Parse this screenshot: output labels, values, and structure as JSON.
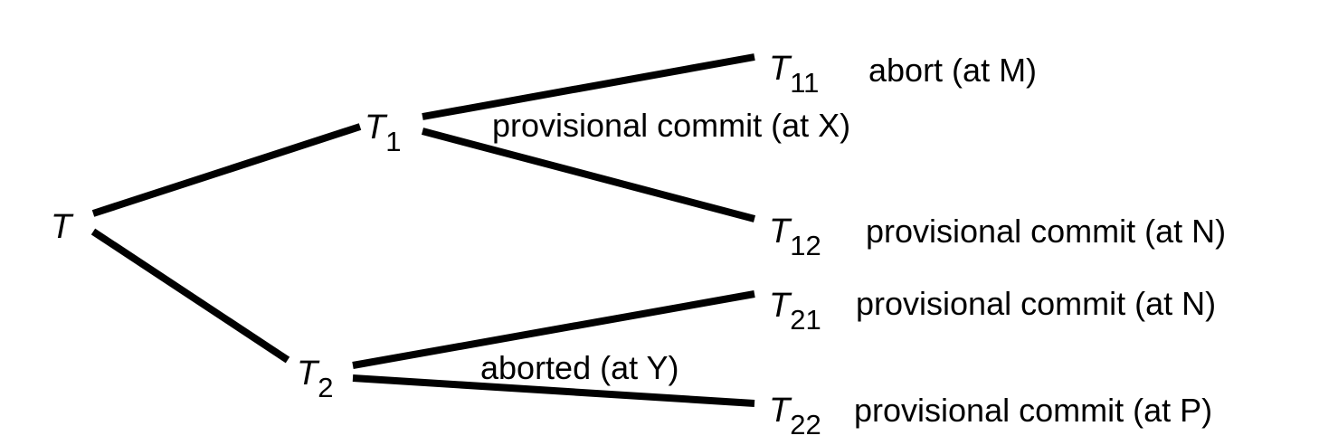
{
  "nodes": {
    "root": {
      "letter": "T"
    },
    "t1": {
      "letter": "T",
      "subscript": "1"
    },
    "t2": {
      "letter": "T",
      "subscript": "2"
    },
    "t11": {
      "letter": "T",
      "subscript": "11"
    },
    "t12": {
      "letter": "T",
      "subscript": "12"
    },
    "t21": {
      "letter": "T",
      "subscript": "21"
    },
    "t22": {
      "letter": "T",
      "subscript": "22"
    }
  },
  "labels": {
    "t1_status": "provisional commit (at X)",
    "t2_status": "aborted (at Y)",
    "t11_status": "abort (at M)",
    "t12_status": "provisional commit (at N)",
    "t21_status": "provisional commit (at N)",
    "t22_status": "provisional commit (at P)"
  },
  "colors": {
    "line": "#000000",
    "text": "#000000",
    "background": "#ffffff"
  }
}
